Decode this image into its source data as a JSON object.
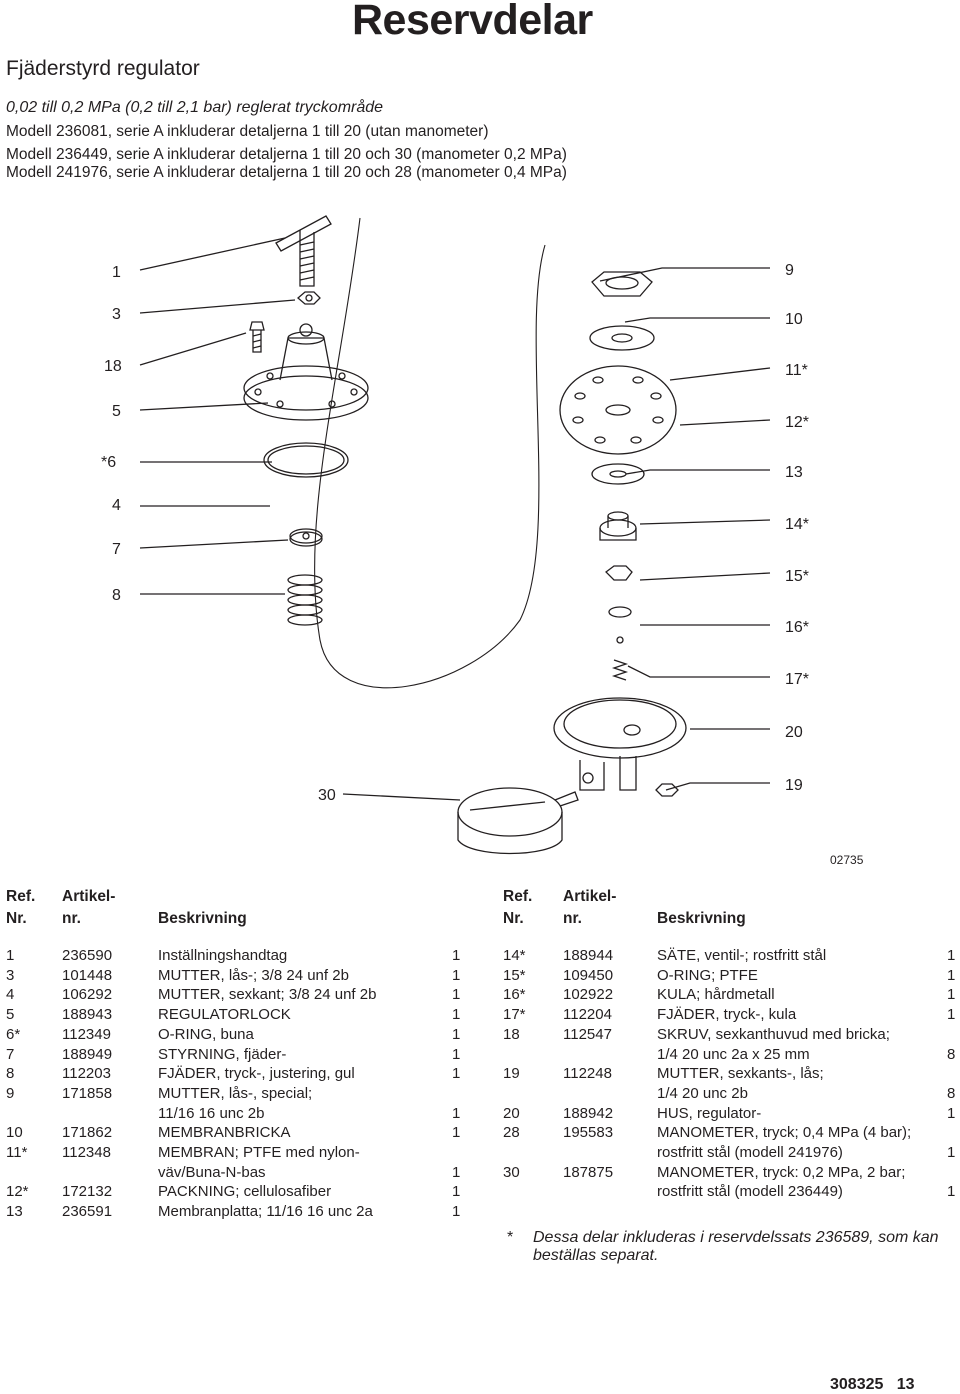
{
  "page": {
    "title": "Reservdelar",
    "section_title": "Fjäderstyrd regulator",
    "intro": [
      "0,02 till 0,2 MPa (0,2 till 2,1 bar) reglerat tryckområde",
      "Modell 236081, serie A inkluderar detaljerna 1 till 20 (utan manometer)",
      "Modell 236449, serie A inkluderar detaljerna 1 till 20 och 30 (manometer 0,2 MPa)",
      "Modell 241976, serie A inkluderar detaljerna 1 till 20 och 28 (manometer 0,4 MPa)"
    ],
    "figure_number": "02735",
    "callouts_left": [
      "1",
      "3",
      "18",
      "5",
      "*6",
      "4",
      "7",
      "8",
      "30"
    ],
    "callouts_right": [
      "9",
      "10",
      "11*",
      "12*",
      "13",
      "14*",
      "15*",
      "16*",
      "17*",
      "20",
      "19"
    ],
    "table_headers": {
      "ref_1": "Ref.",
      "ref_2": "Nr.",
      "part_1": "Artikel-",
      "part_2": "nr.",
      "desc": "Beskrivning"
    },
    "parts_left": [
      {
        "ref": "1",
        "part": "236590",
        "desc": "Inställningshandtag",
        "qty": "1"
      },
      {
        "ref": "3",
        "part": "101448",
        "desc": "MUTTER, lås-; 3/8 24 unf 2b",
        "qty": "1"
      },
      {
        "ref": "4",
        "part": "106292",
        "desc": "MUTTER, sexkant; 3/8 24 unf 2b",
        "qty": "1"
      },
      {
        "ref": "5",
        "part": "188943",
        "desc": "REGULATORLOCK",
        "qty": "1"
      },
      {
        "ref": "6*",
        "part": "112349",
        "desc": "O-RING, buna",
        "qty": "1"
      },
      {
        "ref": "7",
        "part": "188949",
        "desc": "STYRNING, fjäder-",
        "qty": "1"
      },
      {
        "ref": "8",
        "part": "112203",
        "desc": "FJÄDER, tryck-, justering, gul",
        "qty": "1"
      },
      {
        "ref": "9",
        "part": "171858",
        "desc": "MUTTER, lås-, special;",
        "qty": ""
      },
      {
        "ref": "",
        "part": "",
        "desc": "11/16 16 unc 2b",
        "qty": "1"
      },
      {
        "ref": "10",
        "part": "171862",
        "desc": "MEMBRANBRICKA",
        "qty": "1"
      },
      {
        "ref": "11*",
        "part": "112348",
        "desc": "MEMBRAN; PTFE med nylon-",
        "qty": ""
      },
      {
        "ref": "",
        "part": "",
        "desc": "väv/Buna-N-bas",
        "qty": "1"
      },
      {
        "ref": "12*",
        "part": "172132",
        "desc": "PACKNING; cellulosafiber",
        "qty": "1"
      },
      {
        "ref": "13",
        "part": "236591",
        "desc": "Membranplatta; 11/16 16 unc 2a",
        "qty": "1"
      }
    ],
    "parts_right": [
      {
        "ref": "14*",
        "part": "188944",
        "desc": "SÄTE, ventil-; rostfritt stål",
        "qty": "1"
      },
      {
        "ref": "15*",
        "part": "109450",
        "desc": "O-RING; PTFE",
        "qty": "1"
      },
      {
        "ref": "16*",
        "part": "102922",
        "desc": "KULA; hårdmetall",
        "qty": "1"
      },
      {
        "ref": "17*",
        "part": "112204",
        "desc": "FJÄDER, tryck-, kula",
        "qty": "1"
      },
      {
        "ref": "18",
        "part": "112547",
        "desc": "SKRUV, sexkanthuvud med bricka;",
        "qty": ""
      },
      {
        "ref": "",
        "part": "",
        "desc": "1/4 20 unc 2a x 25 mm",
        "qty": "8"
      },
      {
        "ref": "19",
        "part": "112248",
        "desc": "MUTTER, sexkants-, lås;",
        "qty": ""
      },
      {
        "ref": "",
        "part": "",
        "desc": "1/4 20 unc 2b",
        "qty": "8"
      },
      {
        "ref": "20",
        "part": "188942",
        "desc": "HUS, regulator-",
        "qty": "1"
      },
      {
        "ref": "28",
        "part": "195583",
        "desc": "MANOMETER, tryck; 0,4 MPa (4 bar);",
        "qty": ""
      },
      {
        "ref": "",
        "part": "",
        "desc": "rostfritt stål (modell 241976)",
        "qty": "1"
      },
      {
        "ref": "30",
        "part": "187875",
        "desc": "MANOMETER, tryck: 0,2 MPa, 2 bar;",
        "qty": ""
      },
      {
        "ref": "",
        "part": "",
        "desc": "rostfritt stål (modell 236449)",
        "qty": "1"
      }
    ],
    "footnote_mark": "*",
    "footnote_line1": "Dessa delar inkluderas i reservdelssats 236589, som kan",
    "footnote_line2": "beställas separat.",
    "page_number": "308325   13"
  }
}
